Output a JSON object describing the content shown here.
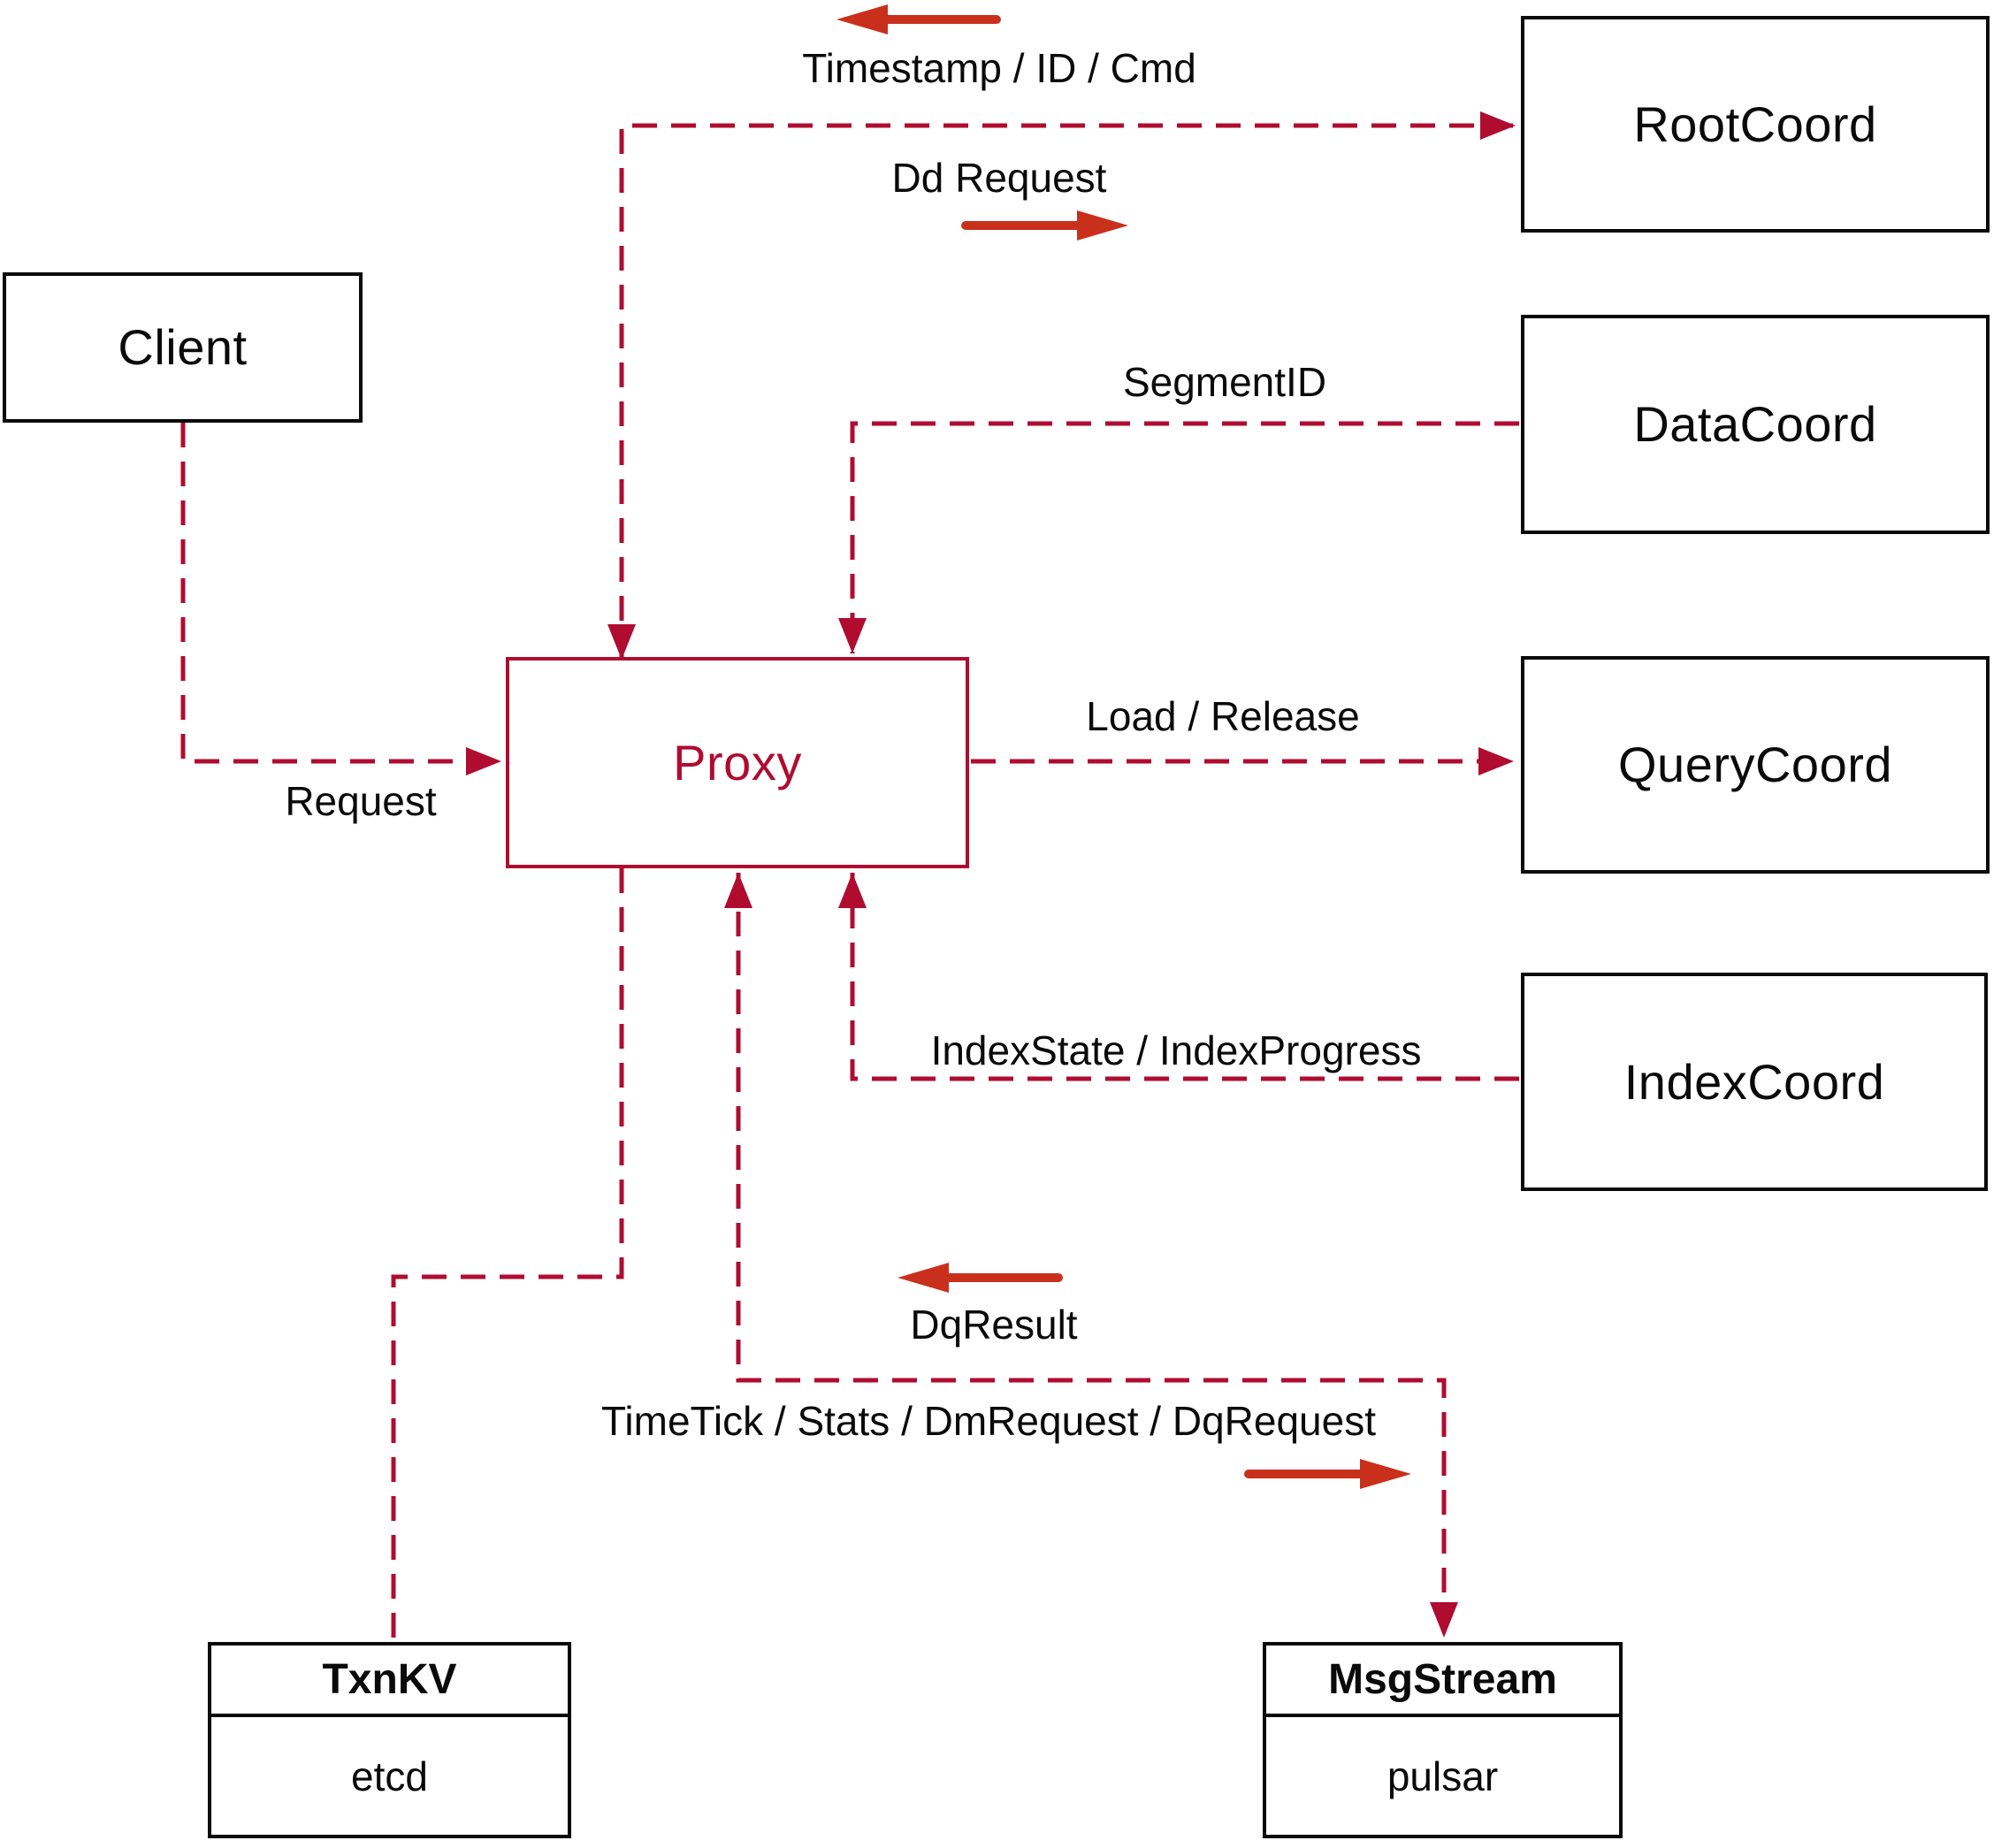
{
  "colors": {
    "connector": "#b00c30",
    "arrow": "#c9301c",
    "ink": "#0a0a0a",
    "paper": "#ffffff",
    "proxy": "#b00c30"
  },
  "nodes": {
    "client": {
      "label": "Client"
    },
    "proxy": {
      "label": "Proxy"
    },
    "rootcoord": {
      "label": "RootCoord"
    },
    "datacoord": {
      "label": "DataCoord"
    },
    "querycoord": {
      "label": "QueryCoord"
    },
    "indexcoord": {
      "label": "IndexCoord"
    },
    "txnkv": {
      "title": "TxnKV",
      "subtitle": "etcd"
    },
    "msgstream": {
      "title": "MsgStream",
      "subtitle": "pulsar"
    }
  },
  "edge_labels": {
    "timestamp": "Timestamp / ID / Cmd",
    "dd_request": "Dd Request",
    "segment_id": "SegmentID",
    "load_release": "Load / Release",
    "request": "Request",
    "index_state": "IndexState / IndexProgress",
    "dq_result": "DqResult",
    "timetick": "TimeTick / Stats / DmRequest / DqRequest"
  },
  "icons": {
    "arrow_timestamp": "arrow-left",
    "arrow_dd_request": "arrow-right",
    "arrow_dq_result": "arrow-left",
    "arrow_timetick": "arrow-right"
  }
}
